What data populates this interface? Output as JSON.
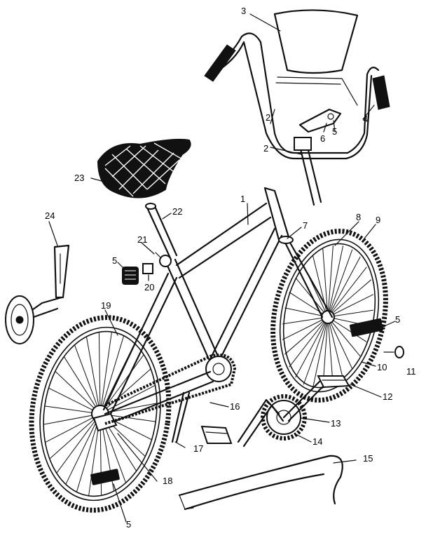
{
  "callouts": [
    {
      "id": "1",
      "text": "1"
    },
    {
      "id": "2a",
      "text": "2"
    },
    {
      "id": "2b",
      "text": "2"
    },
    {
      "id": "3",
      "text": "3"
    },
    {
      "id": "4",
      "text": "4"
    },
    {
      "id": "5a",
      "text": "5"
    },
    {
      "id": "5b",
      "text": "5"
    },
    {
      "id": "5c",
      "text": "5"
    },
    {
      "id": "5d",
      "text": "5"
    },
    {
      "id": "6",
      "text": "6"
    },
    {
      "id": "7",
      "text": "7"
    },
    {
      "id": "8",
      "text": "8"
    },
    {
      "id": "9",
      "text": "9"
    },
    {
      "id": "10",
      "text": "10"
    },
    {
      "id": "11",
      "text": "11"
    },
    {
      "id": "12",
      "text": "12"
    },
    {
      "id": "13",
      "text": "13"
    },
    {
      "id": "14",
      "text": "14"
    },
    {
      "id": "15",
      "text": "15"
    },
    {
      "id": "16",
      "text": "16"
    },
    {
      "id": "17",
      "text": "17"
    },
    {
      "id": "18",
      "text": "18"
    },
    {
      "id": "19",
      "text": "19"
    },
    {
      "id": "20",
      "text": "20"
    },
    {
      "id": "21",
      "text": "21"
    },
    {
      "id": "22",
      "text": "22"
    },
    {
      "id": "23",
      "text": "23"
    },
    {
      "id": "24",
      "text": "24"
    }
  ]
}
